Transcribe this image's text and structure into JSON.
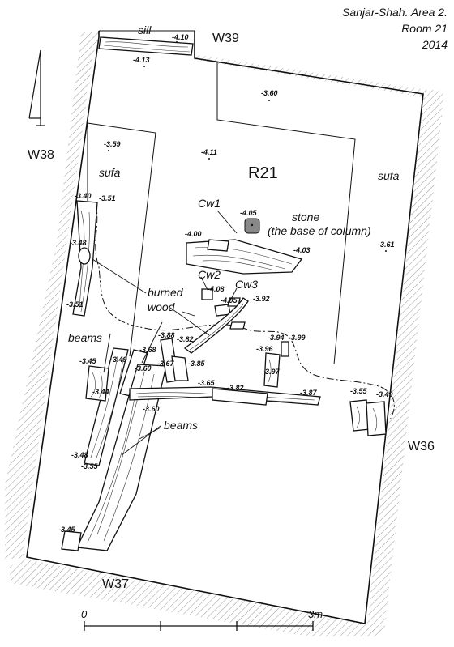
{
  "title": {
    "line1": "Sanjar-Shah. Area 2.",
    "line2": "Room 21",
    "line3": "2014"
  },
  "room": "R21",
  "walls": {
    "w38": "W38",
    "w39": "W39",
    "w36": "W36",
    "w37": "W37"
  },
  "labels": {
    "sill": "sill",
    "sufa_left": "sufa",
    "sufa_right": "sufa",
    "cw1": "Cw1",
    "cw2": "Cw2",
    "cw3": "Cw3",
    "stone_1": "stone",
    "stone_2": "(the base of column)",
    "burned_1": "burned",
    "burned_2": "wood",
    "beams_left": "beams",
    "beams_lower": "beams"
  },
  "elevations": {
    "e01": "-4.10",
    "e02": "-4.13",
    "e03": "-3.60",
    "e04": "-3.59",
    "e05": "-4.11",
    "e06": "-3.40",
    "e07": "-3.51",
    "e08": "-4.05",
    "e09": "-4.00",
    "e10": "-4.03",
    "e11": "-3.61",
    "e12": "-3.48",
    "e13": "-4.08",
    "e14": "-4.05",
    "e15": "-3.92",
    "e16": "-3.51",
    "e17": "-3.88",
    "e18": "-3.82",
    "e19": "-3.94",
    "e20": "-3.99",
    "e21": "-3.96",
    "e22": "-3.45",
    "e23": "-3.49",
    "e24": "-3.68",
    "e25": "-3.85",
    "e26": "-3.60",
    "e27": "-3.67",
    "e28": "-3.97",
    "e29": "-3.44",
    "e30": "-3.65",
    "e31": "-3.82",
    "e32": "-3.87",
    "e33": "-3.55",
    "e34": "-3.49",
    "e35": "-3.60",
    "e36": "-3.48",
    "e37": "-3.55",
    "e38": "-3.45"
  },
  "scale": {
    "start": "0",
    "end": "3m"
  },
  "colors": {
    "ink": "#111111",
    "hatch": "#9a9a9a",
    "stone_fill": "#888888"
  }
}
